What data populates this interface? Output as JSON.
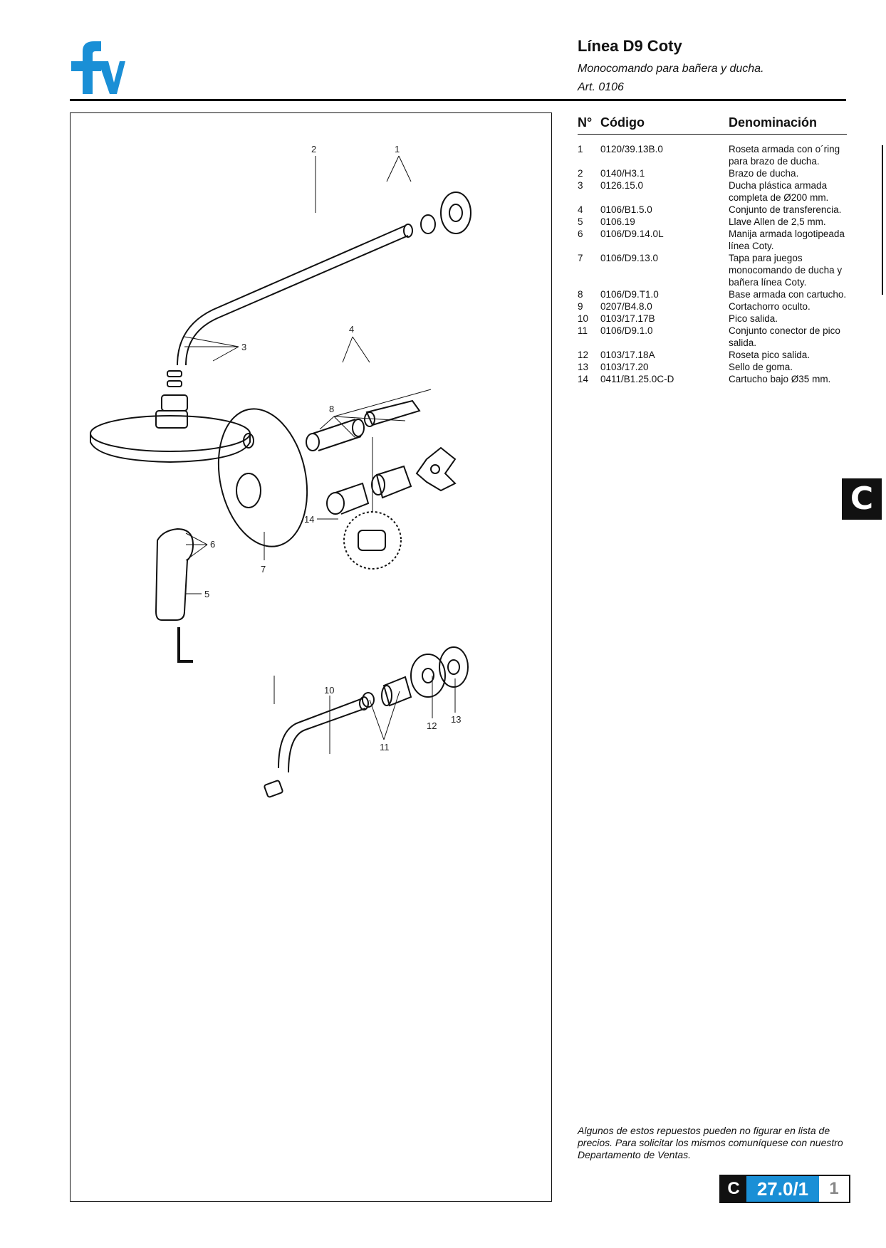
{
  "header": {
    "title": "Línea D9 Coty",
    "subtitle": "Monocomando para bañera y ducha.",
    "article": "Art. 0106"
  },
  "brand": {
    "logo": "fv",
    "logo_color": "#1a8fd6"
  },
  "table": {
    "col_no": "N°",
    "col_code": "Código",
    "col_name": "Denominación",
    "rows": [
      {
        "no": "1",
        "code": "0120/39.13B.0",
        "name": "Roseta armada con o´ring para brazo de ducha."
      },
      {
        "no": "2",
        "code": "0140/H3.1",
        "name": "Brazo de ducha."
      },
      {
        "no": "3",
        "code": "0126.15.0",
        "name": "Ducha plástica armada completa de Ø200 mm."
      },
      {
        "no": "4",
        "code": "0106/B1.5.0",
        "name": "Conjunto de transferencia."
      },
      {
        "no": "5",
        "code": "0106.19",
        "name": "Llave Allen de 2,5 mm."
      },
      {
        "no": "6",
        "code": "0106/D9.14.0L",
        "name": "Manija armada logotipeada línea Coty."
      },
      {
        "no": "7",
        "code": "0106/D9.13.0",
        "name": "Tapa para juegos monocomando de ducha y bañera línea Coty."
      },
      {
        "no": "8",
        "code": "0106/D9.T1.0",
        "name": "Base armada con cartucho."
      },
      {
        "no": "9",
        "code": "0207/B4.8.0",
        "name": "Cortachorro oculto."
      },
      {
        "no": "10",
        "code": "0103/17.17B",
        "name": "Pico salida."
      },
      {
        "no": "11",
        "code": "0106/D9.1.0",
        "name": "Conjunto conector de pico salida."
      },
      {
        "no": "12",
        "code": "0103/17.18A",
        "name": "Roseta pico salida."
      },
      {
        "no": "13",
        "code": "0103/17.20",
        "name": "Sello de goma."
      },
      {
        "no": "14",
        "code": "0411/B1.25.0C-D",
        "name": "Cartucho bajo Ø35 mm."
      }
    ]
  },
  "diagram_labels": {
    "l1": "1",
    "l2": "2",
    "l3": "3",
    "l4": "4",
    "l5": "5",
    "l6": "6",
    "l7": "7",
    "l8": "8",
    "l10": "10",
    "l11": "11",
    "l12": "12",
    "l13": "13",
    "l14": "14"
  },
  "side_tab": "C",
  "footnote": "Algunos de estos repuestos pueden no figurar en lista de precios. Para solicitar los mismos comuníquese con nuestro Departamento de Ventas.",
  "page_box": {
    "section": "C",
    "number": "27.0/1",
    "page": "1",
    "accent": "#1a8fd6"
  }
}
